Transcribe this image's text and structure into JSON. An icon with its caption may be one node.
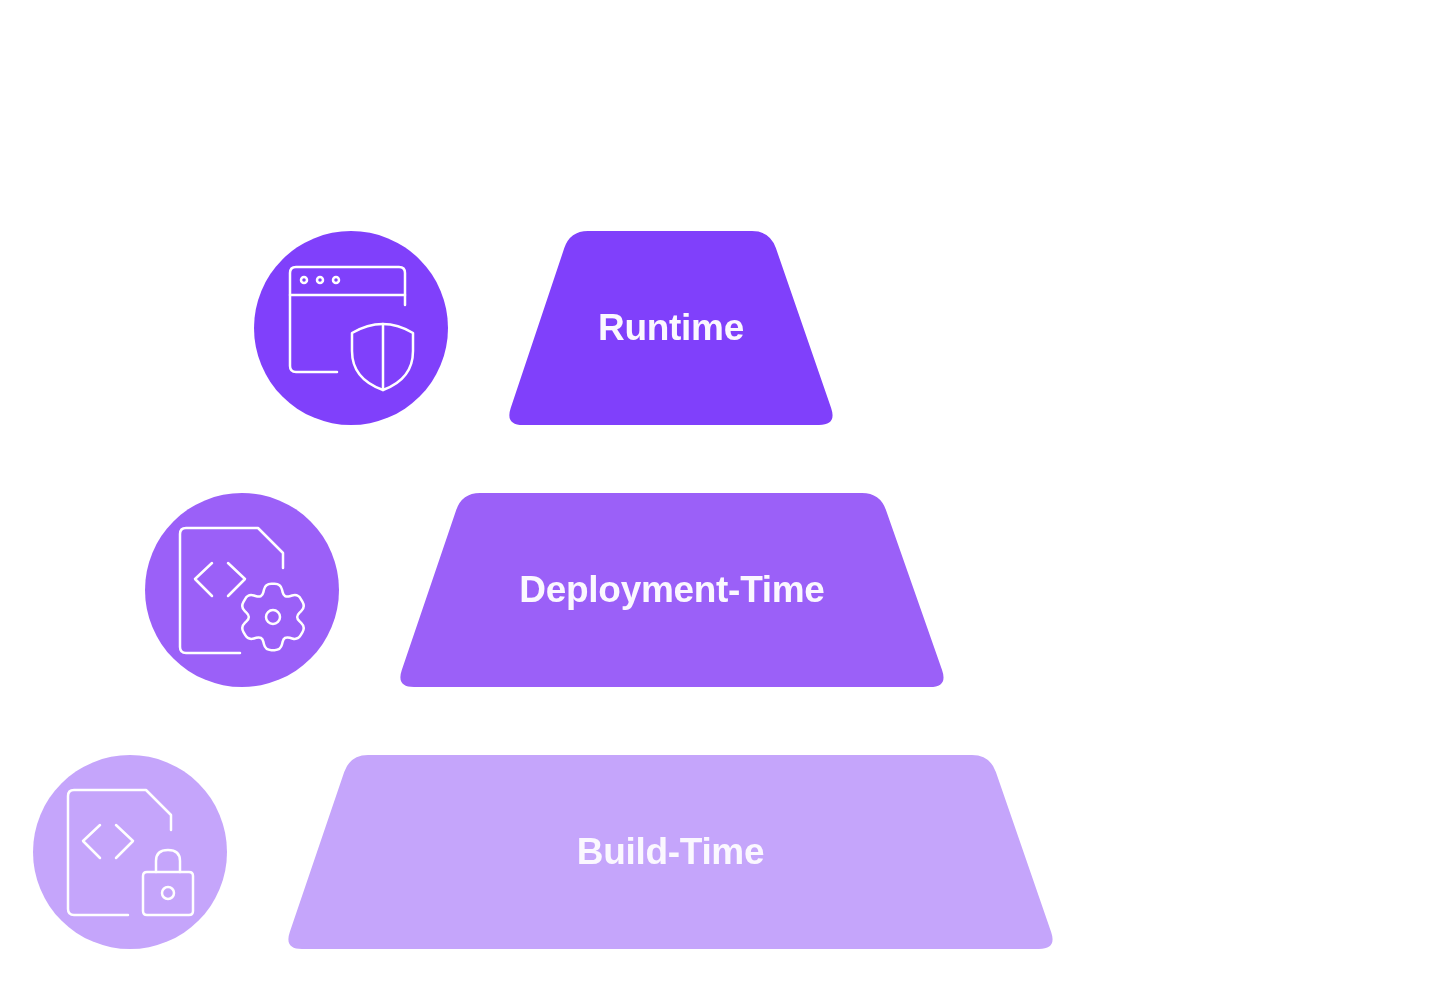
{
  "diagram": {
    "nodes": [
      {
        "text": [],
        "shape": "circle"
      },
      {
        "text": [
          "Runtime"
        ]
      },
      {
        "text": [],
        "shape": "circle"
      },
      {
        "text": [
          "Deployment-Time"
        ]
      },
      {
        "text": [],
        "shape": "circle"
      },
      {
        "text": [
          "Build-Time"
        ]
      }
    ]
  }
}
